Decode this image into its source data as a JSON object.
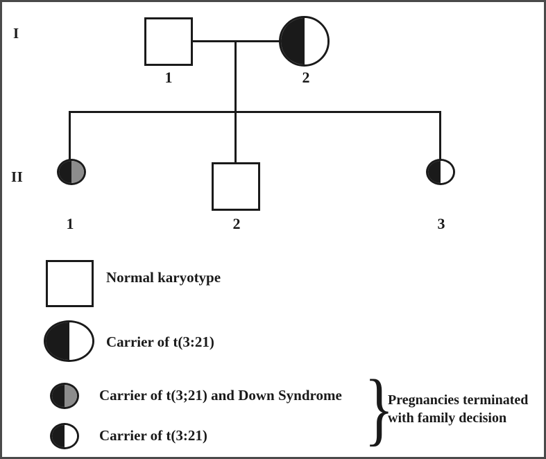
{
  "figure": {
    "type": "pedigree-chart",
    "border_color": "#4a4a4a",
    "background": "#ffffff",
    "line_color": "#1a1a1a",
    "fill_black": "#1a1a1a",
    "fill_gray": "#8c8c8c",
    "fill_white": "#ffffff"
  },
  "generations": [
    {
      "label": "I",
      "individuals": [
        {
          "id": "1",
          "shape": "square",
          "fill": "empty"
        },
        {
          "id": "2",
          "shape": "circle",
          "fill": "half-black-left"
        }
      ]
    },
    {
      "label": "II",
      "individuals": [
        {
          "id": "1",
          "shape": "circle",
          "fill": "half-black-left-gray-right"
        },
        {
          "id": "2",
          "shape": "square",
          "fill": "empty"
        },
        {
          "id": "3",
          "shape": "circle",
          "fill": "half-black-left"
        }
      ]
    }
  ],
  "legend": {
    "items": [
      {
        "symbol": "square-empty",
        "label": "Normal karyotype"
      },
      {
        "symbol": "circle-half-black",
        "label": "Carrier of t(3:21)"
      },
      {
        "symbol": "small-circle-black-gray",
        "label": "Carrier of t(3;21) and Down Syndrome"
      },
      {
        "symbol": "small-circle-half-black",
        "label": "Carrier of t(3:21)"
      }
    ],
    "brace_note_line1": "Pregnancies terminated",
    "brace_note_line2": "with family decision",
    "brace_glyph": "}"
  }
}
